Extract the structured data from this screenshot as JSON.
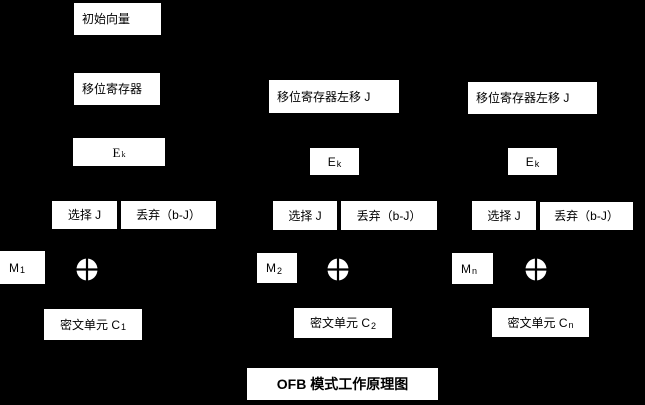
{
  "title": {
    "label": "OFB 模式工作原理图"
  },
  "colors": {
    "background": "#000000",
    "box_fill": "#ffffff",
    "text": "#000000"
  },
  "column1": {
    "initial_vector": "初始向量",
    "shift_register": "移位寄存器",
    "encrypt": {
      "base": "E",
      "sub": "k"
    },
    "select": "选择 J",
    "discard": "丢弃（b-J）",
    "message": {
      "base": "M",
      "sub": "1"
    },
    "xor_icon": "xor-circle-plus",
    "cipher": {
      "base": "密文单元 C",
      "sub": "1"
    }
  },
  "column2": {
    "shift_register": "移位寄存器左移 J",
    "encrypt": {
      "base": "E",
      "sub": "k"
    },
    "select": "选择 J",
    "discard": "丢弃（b-J）",
    "message": {
      "base": "M",
      "sub": "2"
    },
    "xor_icon": "xor-circle-plus",
    "cipher": {
      "base": "密文单元 C",
      "sub": "2"
    }
  },
  "column3": {
    "shift_register": "移位寄存器左移 J",
    "encrypt": {
      "base": "E",
      "sub": "k"
    },
    "select": "选择 J",
    "discard": "丢弃（b-J）",
    "message": {
      "base": "M",
      "sub": "n"
    },
    "xor_icon": "xor-circle-plus",
    "cipher": {
      "base": "密文单元 C",
      "sub": "n"
    }
  }
}
